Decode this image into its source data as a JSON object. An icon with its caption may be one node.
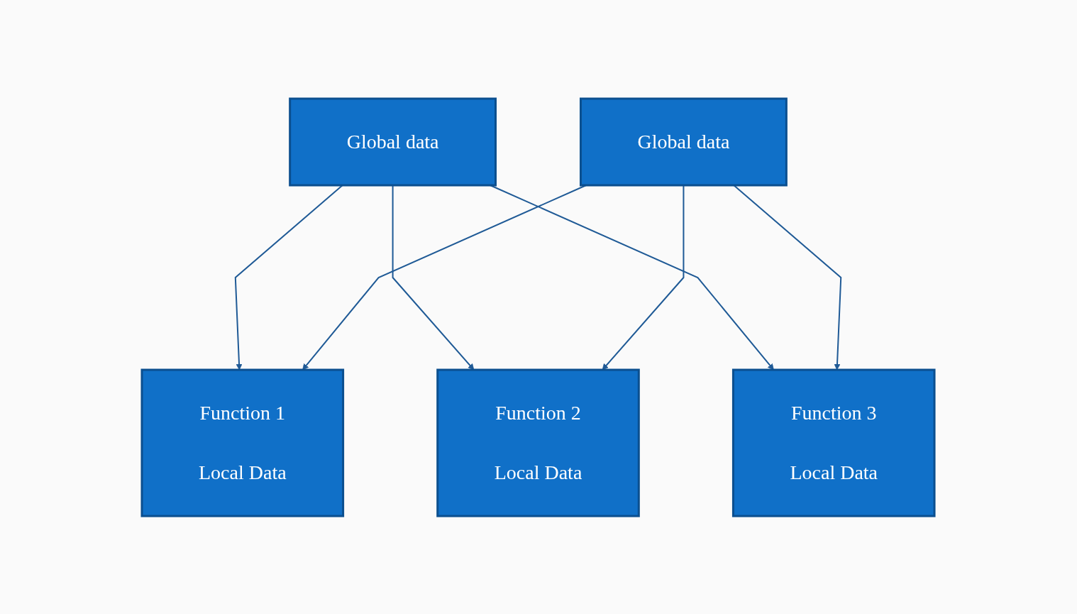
{
  "diagram": {
    "nodes": [
      {
        "text": [
          "Global data"
        ]
      },
      {
        "text": [
          "Global data"
        ]
      },
      {
        "text": [
          "Function 1",
          "Local Data"
        ]
      },
      {
        "text": [
          "Function 2",
          "Local Data"
        ]
      },
      {
        "text": [
          "Function 3",
          "Local Data"
        ]
      }
    ],
    "edges": [
      {
        "from": 0,
        "to": 2,
        "arrow": "to"
      },
      {
        "from": 0,
        "to": 3,
        "arrow": "to"
      },
      {
        "from": 0,
        "to": 4,
        "arrow": "to"
      },
      {
        "from": 1,
        "to": 2,
        "arrow": "to"
      },
      {
        "from": 1,
        "to": 3,
        "arrow": "to"
      },
      {
        "from": 1,
        "to": 4,
        "arrow": "to"
      }
    ]
  }
}
